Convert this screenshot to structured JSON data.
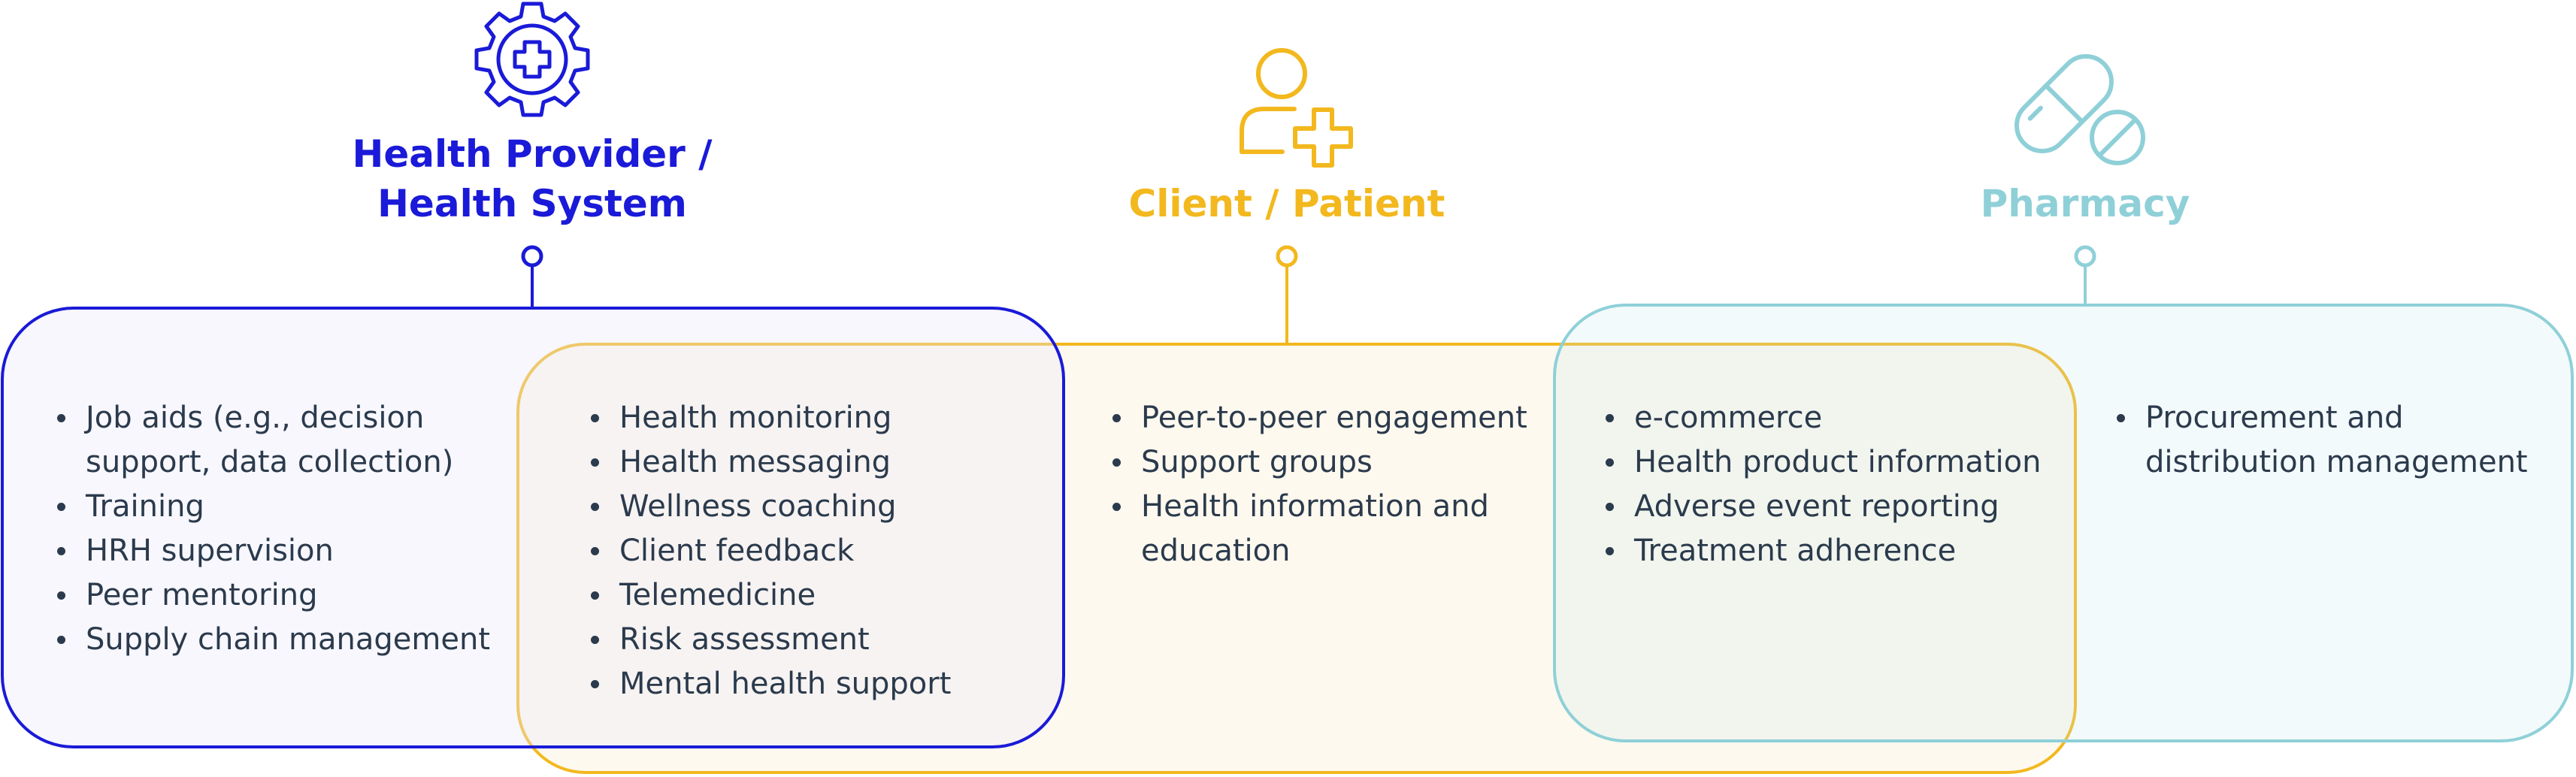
{
  "colors": {
    "provider": "#1a1ad8",
    "client": "#f2b81e",
    "pharmacy": "#8fd0d8",
    "text": "#2b3a4c"
  },
  "icons": {
    "provider": "gear-with-medical-cross-icon",
    "client": "person-with-plus-icon",
    "pharmacy": "pill-capsule-and-tablet-icon"
  },
  "headings": {
    "provider": {
      "line1": "Health Provider /",
      "line2": "Health System"
    },
    "client": {
      "line1": "Client / Patient"
    },
    "pharmacy": {
      "line1": "Pharmacy"
    }
  },
  "lists": {
    "provider_only": [
      {
        "line1": "Job aids (e.g., decision",
        "line2": "support, data collection)"
      },
      {
        "line1": "Training"
      },
      {
        "line1": "HRH supervision"
      },
      {
        "line1": "Peer mentoring"
      },
      {
        "line1": "Supply chain management"
      }
    ],
    "provider_client": [
      {
        "line1": "Health monitoring"
      },
      {
        "line1": "Health messaging"
      },
      {
        "line1": "Wellness coaching"
      },
      {
        "line1": "Client feedback"
      },
      {
        "line1": "Telemedicine"
      },
      {
        "line1": "Risk assessment"
      },
      {
        "line1": "Mental health support"
      }
    ],
    "client_only": [
      {
        "line1": "Peer-to-peer engagement"
      },
      {
        "line1": "Support groups"
      },
      {
        "line1": "Health information and",
        "line2": "education"
      }
    ],
    "client_pharmacy": [
      {
        "line1": "e-commerce"
      },
      {
        "line1": "Health product information"
      },
      {
        "line1": "Adverse event reporting"
      },
      {
        "line1": "Treatment adherence"
      }
    ],
    "pharmacy_only": [
      {
        "line1": "Procurement and",
        "line2": "distribution management"
      }
    ]
  }
}
